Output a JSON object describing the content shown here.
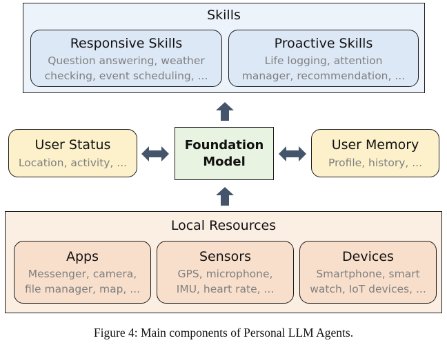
{
  "skills": {
    "title": "Skills",
    "responsive": {
      "title": "Responsive Skills",
      "desc_line1": "Question answering, weather",
      "desc_line2": "checking, event scheduling, ..."
    },
    "proactive": {
      "title": "Proactive Skills",
      "desc_line1": "Life logging, attention",
      "desc_line2": "manager, recommendation, ..."
    }
  },
  "user_status": {
    "title": "User Status",
    "desc": "Location, activity, ..."
  },
  "foundation_model": {
    "label": "Foundation Model"
  },
  "user_memory": {
    "title": "User Memory",
    "desc": "Profile, history, ..."
  },
  "local_resources": {
    "title": "Local Resources",
    "apps": {
      "title": "Apps",
      "desc_line1": "Messenger, camera,",
      "desc_line2": "file manager, map, ..."
    },
    "sensors": {
      "title": "Sensors",
      "desc_line1": "GPS, microphone,",
      "desc_line2": "IMU, heart rate, ..."
    },
    "devices": {
      "title": "Devices",
      "desc_line1": "Smartphone, smart",
      "desc_line2": "watch, IoT devices, ..."
    }
  },
  "caption": "Figure 4: Main components of Personal LLM Agents.",
  "colors": {
    "skills_bg": "#edf3fb",
    "skills_card": "#dde8f6",
    "user_card": "#fcf1cb",
    "foundation_bg": "#e9f3e1",
    "resources_bg": "#fbeee3",
    "resources_card": "#f8dfcc",
    "arrow": "#44546a",
    "desc_text": "#7f7f7f"
  }
}
